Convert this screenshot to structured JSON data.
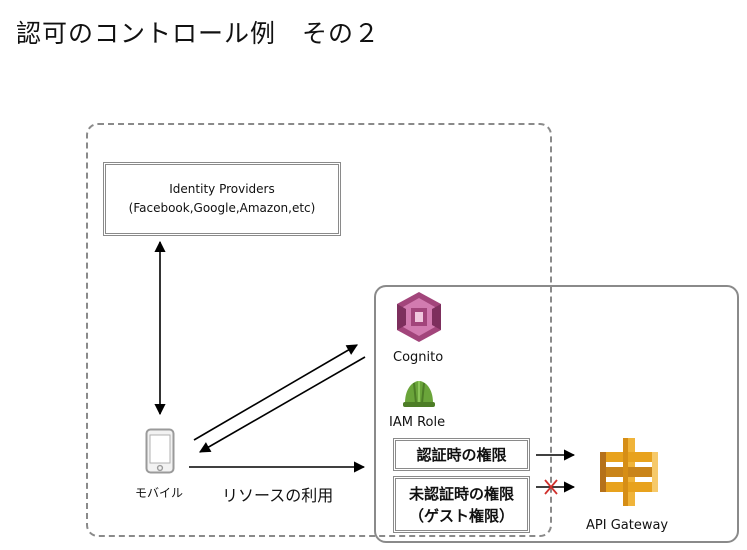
{
  "slide": {
    "title": "認可のコントロール例　その２"
  },
  "identity_providers": {
    "line1": "Identity Providers",
    "line2": "(Facebook,Google,Amazon,etc)"
  },
  "mobile": {
    "label": "モバイル",
    "icon": "smartphone-icon"
  },
  "resource_use_label": "リソースの利用",
  "cognito": {
    "label": "Cognito",
    "icon": "cognito-icon",
    "color": "#b5598f"
  },
  "iam_role": {
    "label": "IAM Role",
    "icon": "iam-helmet-icon",
    "color": "#6aa43a"
  },
  "permissions": {
    "authenticated": "認証時の権限",
    "unauthenticated_line1": "未認証時の権限",
    "unauthenticated_line2": "（ゲスト権限）"
  },
  "api_gateway": {
    "label": "API Gateway",
    "icon": "api-gateway-icon",
    "color": "#e8a21d"
  },
  "colors": {
    "border": "#8a8a8a",
    "blocked_mark": "#d0312d"
  }
}
